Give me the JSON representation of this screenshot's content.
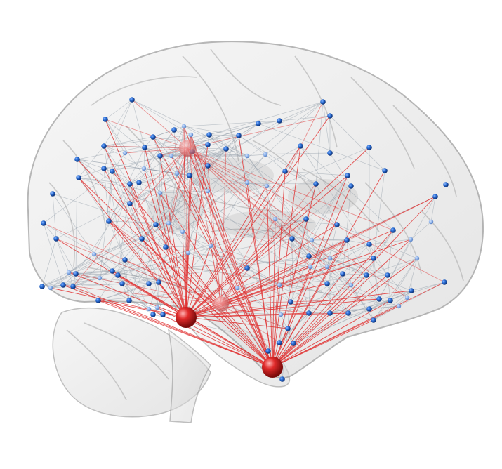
{
  "figure": {
    "description_visible_text": "",
    "colors": {
      "background": "#ffffff",
      "brain_fill": "#d9d9d9",
      "brain_stroke": "#9a9a9a",
      "hub_node": "#d9262a",
      "regular_node": "#1f5fbf",
      "hub_edge": "#e23a3a",
      "regular_edge": "#9aa3ad"
    },
    "icons": [
      "brain-surface",
      "hub-node-sphere",
      "network-node-sphere"
    ]
  },
  "network": {
    "hub_count": 4,
    "hub_labels": [
      "hub-temporal-pole",
      "hub-inferior-temporal",
      "hub-superior-parietal",
      "hub-mid-temporal"
    ]
  }
}
